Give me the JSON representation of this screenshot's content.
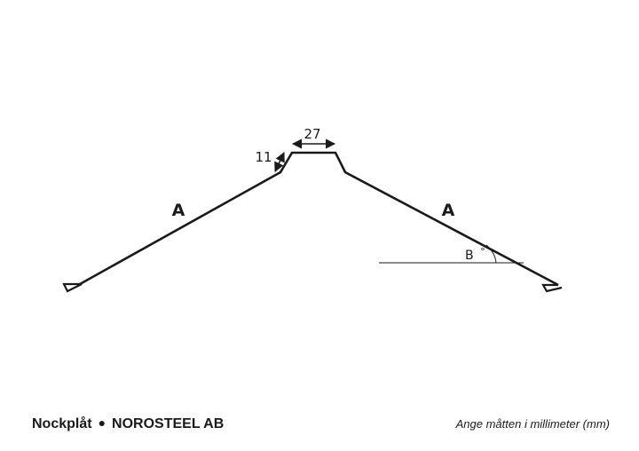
{
  "diagram": {
    "product_name": "Nockplåt",
    "separator_glyph": "●",
    "company": "NOROSTEEL AB",
    "units_note": "Ange måtten i millimeter (mm)",
    "dimensions": {
      "top_width": "27",
      "slant_height": "11",
      "leg_left": "A",
      "leg_right": "A",
      "angle": "B"
    },
    "angle_unit_glyph": "°",
    "colors": {
      "profile": "#1a1a1a",
      "reference_line": "#1a1a1a",
      "background": "#ffffff"
    }
  }
}
